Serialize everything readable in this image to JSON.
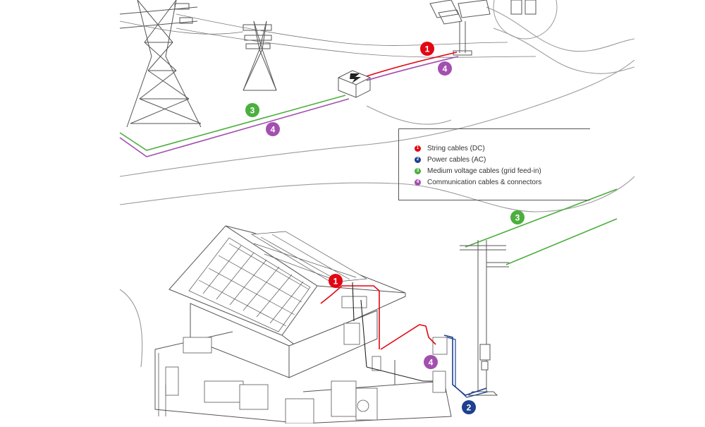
{
  "colors": {
    "string_dc": "#e30613",
    "power_ac": "#1d3f8f",
    "medium_voltage": "#4caf3e",
    "communication": "#a34fb0",
    "line_art": "#555555",
    "light_line": "#9a9a9a"
  },
  "legend": {
    "items": [
      {
        "number": "1",
        "label": "String cables (DC)",
        "color": "#e30613"
      },
      {
        "number": "2",
        "label": "Power cables (AC)",
        "color": "#1d3f8f"
      },
      {
        "number": "3",
        "label": "Medium voltage cables (grid feed-in)",
        "color": "#4caf3e"
      },
      {
        "number": "4",
        "label": "Communication cables & connectors",
        "color": "#a34fb0"
      }
    ]
  },
  "badges": {
    "top_string": "1",
    "top_comm": "4",
    "left_mv": "3",
    "left_comm": "4",
    "right_mv": "3",
    "roof_string": "1",
    "house_comm": "4",
    "house_power": "2"
  },
  "icons": {
    "substation": "lightning-bolt-icon"
  }
}
